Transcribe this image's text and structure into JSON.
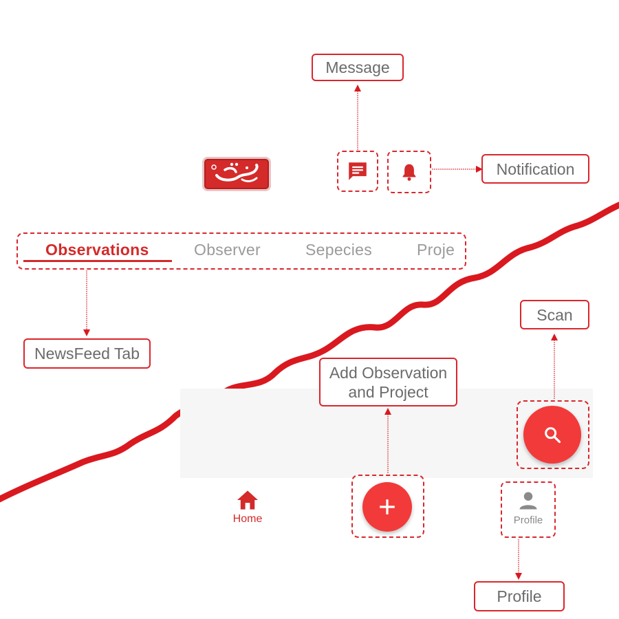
{
  "tabs": [
    {
      "label": "Observations",
      "active": true
    },
    {
      "label": "Observer",
      "active": false
    },
    {
      "label": "Sepecies",
      "active": false
    },
    {
      "label": "Proje",
      "active": false
    }
  ],
  "nav": {
    "home_label": "Home",
    "profile_label": "Profile"
  },
  "callouts": {
    "message": "Message",
    "notification": "Notification",
    "newsfeed": "NewsFeed Tab",
    "scan": "Scan",
    "add_line1": "Add Observation",
    "add_line2": "and Project",
    "profile": "Profile"
  },
  "icons": {
    "message": "message-icon",
    "notification": "bell-icon",
    "home": "home-icon",
    "profile": "person-icon",
    "add": "plus-icon",
    "scan": "search-icon"
  },
  "colors": {
    "accent": "#d42a2a",
    "fab": "#f23a3a",
    "callout_border": "#d9262c",
    "inactive_text": "#9a9a9a"
  }
}
